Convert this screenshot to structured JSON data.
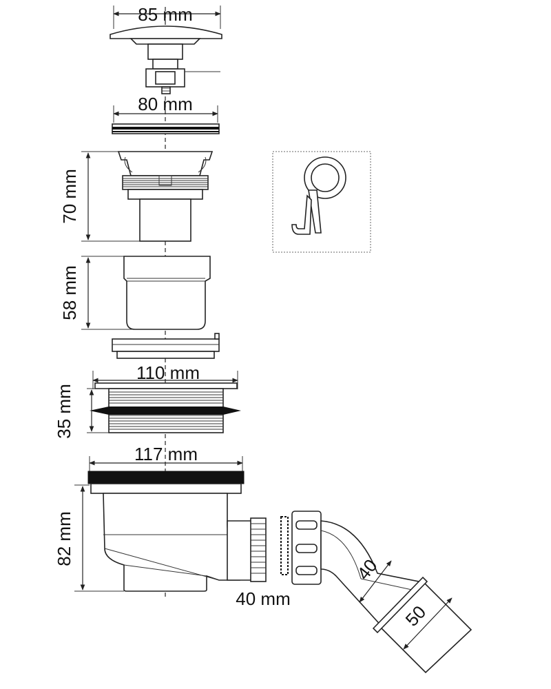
{
  "dimensions": {
    "cap_width": "85 mm",
    "plate_width": "80 mm",
    "body_height": "70 mm",
    "cup_height": "58 mm",
    "flange_width": "110 mm",
    "thread_height": "35 mm",
    "base_width": "117 mm",
    "base_height": "82 mm",
    "outlet_diameter": "40 mm",
    "elbow_inner": "40",
    "elbow_outer": "50"
  },
  "colors": {
    "line": "#222222",
    "fill": "#ffffff",
    "gasket": "#111111"
  }
}
